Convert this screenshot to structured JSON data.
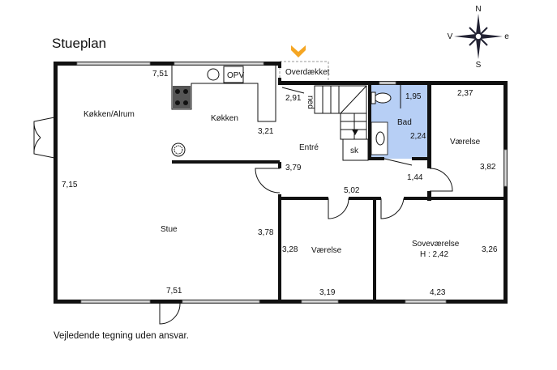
{
  "title": "Stueplan",
  "disclaimer": "Vejledende tegning uden ansvar.",
  "compass": {
    "n": "N",
    "s": "S",
    "v": "V",
    "e": "e"
  },
  "colors": {
    "bathroom": "#b7cff5",
    "entrance_marker": "#f5a623",
    "wall": "#111111"
  },
  "rooms": {
    "kokken_alrum": "Køkken/Alrum",
    "kokken": "Køkken",
    "opv": "OPV",
    "overdaekket": "Overdækket",
    "entre": "Entré",
    "ned": "ned",
    "sk": "sk",
    "bad": "Bad",
    "vaerelse_right": "Værelse",
    "vaerelse_bottom": "Værelse",
    "sovevaerelse": "Soveværelse",
    "height": "H : 2,42",
    "stue": "Stue"
  },
  "dimensions": {
    "top_751": "7,51",
    "d291": "2,91",
    "d321": "3,21",
    "d379": "3,79",
    "d502": "5,02",
    "d195": "1,95",
    "d224": "2,24",
    "d237": "2,37",
    "d382": "3,82",
    "d144": "1,44",
    "d715": "7,15",
    "d378": "3,78",
    "d328": "3,28",
    "d326": "3,26",
    "bottom_751": "7,51",
    "d319": "3,19",
    "d423": "4,23"
  }
}
